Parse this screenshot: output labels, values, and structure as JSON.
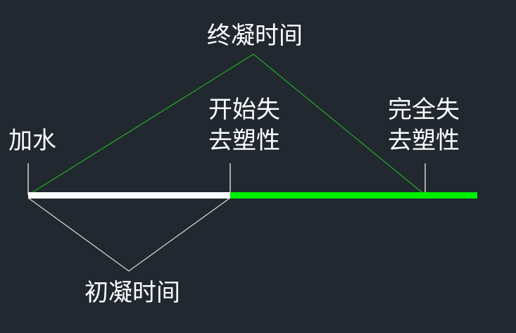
{
  "labels": {
    "add_water": "加水",
    "final_set_time": "终凝时间",
    "start_lose_line1": "开始失",
    "start_lose_line2": "去塑性",
    "full_lose_line1": "完全失",
    "full_lose_line2": "去塑性",
    "initial_set_time": "初凝时间"
  },
  "colors": {
    "background": "#212830",
    "text": "#ffffff",
    "initial_segment": "#ffffff",
    "final_segment": "#00ee00",
    "final_bracket": "#22aa22",
    "initial_bracket": "#dddddd"
  }
}
